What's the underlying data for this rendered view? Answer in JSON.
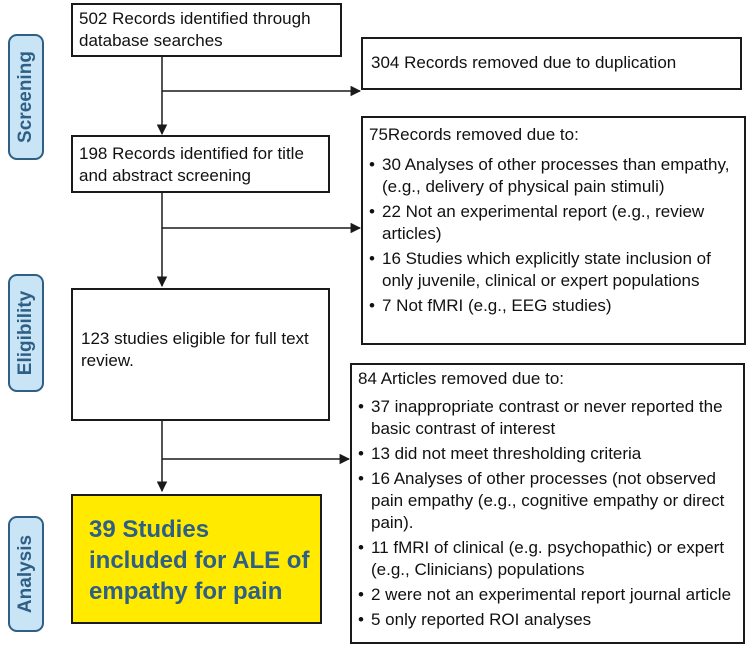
{
  "stages": {
    "screening": "Screening",
    "eligibility": "Eligibility",
    "analysis": "Analysis"
  },
  "boxes": {
    "identified": "502 Records identified through database searches",
    "duplicates_removed": "304 Records removed due to duplication",
    "screened": "198 Records identified for title and abstract screening",
    "eligible": "123 studies eligible for full text review.",
    "included": "39 Studies included for ALE of empathy for pain"
  },
  "screen_exclusion": {
    "heading": "75Records removed due to:",
    "items": [
      "30 Analyses of other processes than empathy, (e.g.,  delivery of physical pain stimuli)",
      "22 Not an experimental report (e.g., review articles)",
      "16 Studies which explicitly state inclusion of only juvenile, clinical or expert populations",
      "7 Not fMRI (e.g., EEG studies)"
    ]
  },
  "fulltext_exclusion": {
    "heading": "84 Articles removed due to:",
    "items": [
      "37 inappropriate contrast or never reported the basic contrast of interest",
      "13 did not meet thresholding criteria",
      "16 Analyses of other processes (not observed pain empathy (e.g., cognitive empathy or direct pain).",
      "11 fMRI of clinical (e.g. psychopathic) or expert (e.g., Clinicians) populations",
      "2 were not an experimental report journal article",
      "5 only reported ROI analyses"
    ]
  },
  "colors": {
    "stage_fill": "#c9e4f4",
    "stage_text": "#2e5f86",
    "included_fill": "#ffea00",
    "included_text": "#2e5f86"
  }
}
